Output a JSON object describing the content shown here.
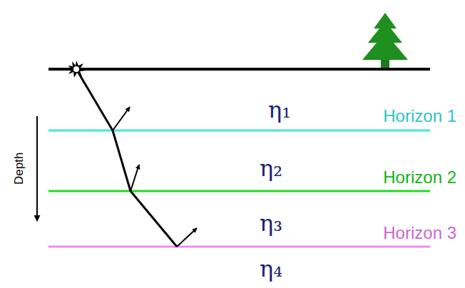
{
  "diagram": {
    "labels": [
      "η₁",
      "Horizon 1",
      "η₂",
      "Horizon 2",
      "η₃",
      "Horizon 3",
      "η₄",
      "Depth"
    ]
  }
}
